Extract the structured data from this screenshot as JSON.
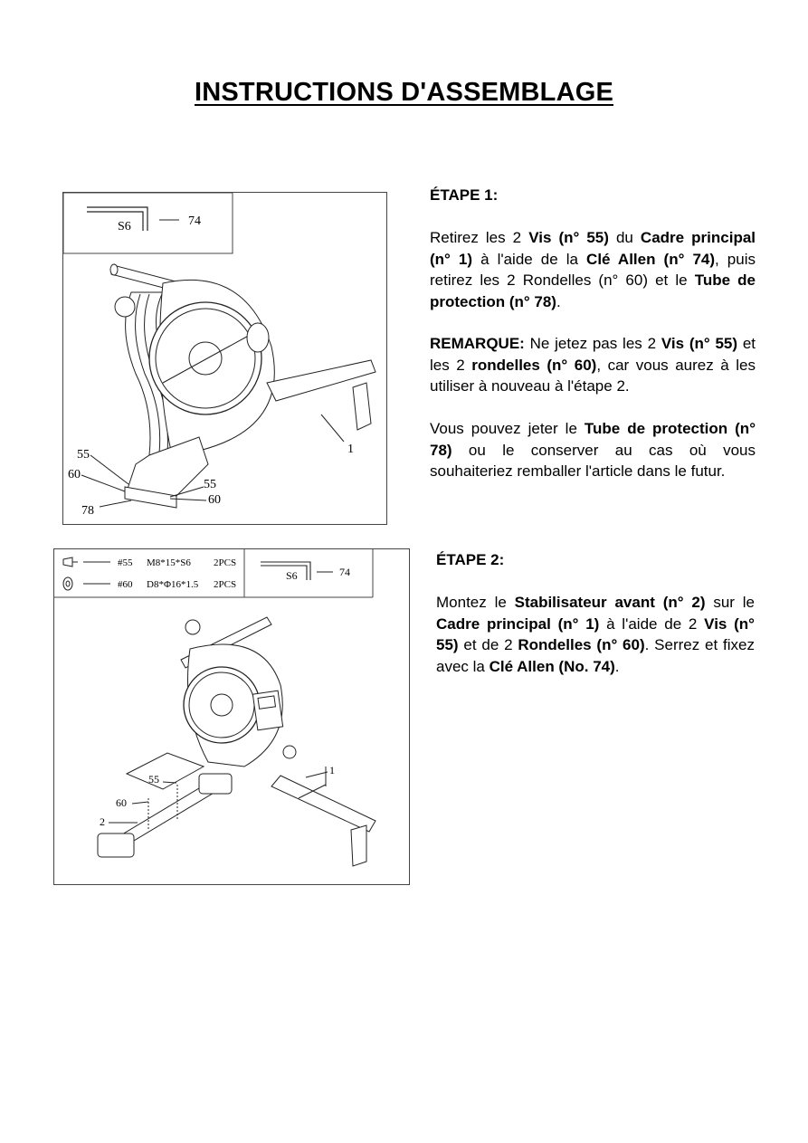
{
  "title": "INSTRUCTIONS D'ASSEMBLAGE",
  "step1": {
    "heading": "ÉTAPE 1:",
    "para1": [
      {
        "t": "Retirez les 2 ",
        "b": false
      },
      {
        "t": "Vis (n° 55)",
        "b": true
      },
      {
        "t": " du ",
        "b": false
      },
      {
        "t": "Cadre principal (n° 1)",
        "b": true
      },
      {
        "t": " à l'aide de la ",
        "b": false
      },
      {
        "t": "Clé Allen (n° 74)",
        "b": true
      },
      {
        "t": ", puis retirez les 2 Rondelles (n° 60) et le ",
        "b": false
      },
      {
        "t": "Tube de protection (n° 78)",
        "b": true
      },
      {
        "t": ".",
        "b": false
      }
    ],
    "para2": [
      {
        "t": "REMARQUE:",
        "b": true
      },
      {
        "t": " Ne jetez pas les 2 ",
        "b": false
      },
      {
        "t": "Vis (n° 55)",
        "b": true
      },
      {
        "t": " et les 2 ",
        "b": false
      },
      {
        "t": "rondelles (n° 60)",
        "b": true
      },
      {
        "t": ", car vous aurez à les utiliser à nouveau à l'étape 2.",
        "b": false
      }
    ],
    "para3": [
      {
        "t": "Vous pouvez jeter le ",
        "b": false
      },
      {
        "t": "Tube de protection (n° 78)",
        "b": true
      },
      {
        "t": " ou le conserver au cas où vous souhaiteriez remballer l'article dans le futur.",
        "b": false
      }
    ],
    "figure": {
      "tool_size": "S6",
      "tool_number": "74",
      "callouts": [
        "55",
        "60",
        "78",
        "55",
        "60",
        "1"
      ]
    }
  },
  "step2": {
    "heading": "ÉTAPE 2:",
    "para1": [
      {
        "t": "Montez le ",
        "b": false
      },
      {
        "t": "Stabilisateur avant (n° 2)",
        "b": true
      },
      {
        "t": " sur le ",
        "b": false
      },
      {
        "t": "Cadre principal (n° 1)",
        "b": true
      },
      {
        "t": " à l'aide de 2 ",
        "b": false
      },
      {
        "t": "Vis (n° 55)",
        "b": true
      },
      {
        "t": " et de 2 ",
        "b": false
      },
      {
        "t": "Rondelles (n° 60)",
        "b": true
      },
      {
        "t": ". Serrez et fixez avec la ",
        "b": false
      },
      {
        "t": "Clé Allen (No. 74)",
        "b": true
      },
      {
        "t": ".",
        "b": false
      }
    ],
    "figure": {
      "parts": [
        {
          "num": "#55",
          "spec": "M8*15*S6",
          "qty": "2PCS"
        },
        {
          "num": "#60",
          "spec": "D8*Φ16*1.5",
          "qty": "2PCS"
        }
      ],
      "tool_size": "S6",
      "tool_number": "74",
      "callouts": [
        "55",
        "60",
        "2",
        "1"
      ]
    }
  }
}
